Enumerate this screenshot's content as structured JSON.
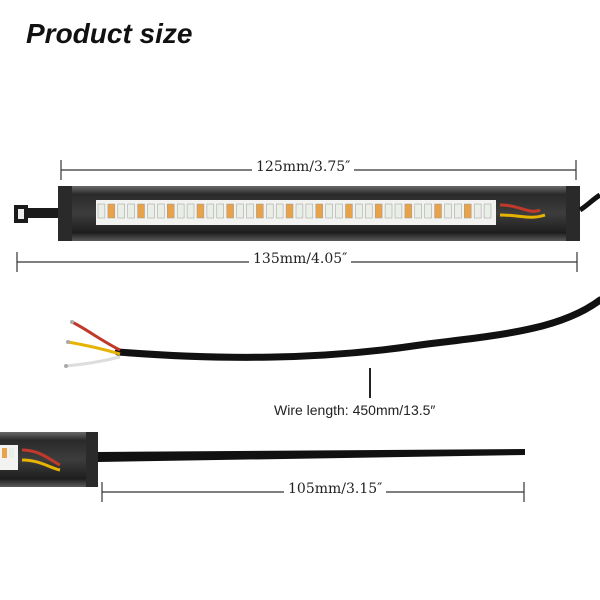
{
  "title": "Product size",
  "dimensions": {
    "bar_length": "125mm/3.75″",
    "overall_length": "135mm/4.05″",
    "wire_length": "Wire length: 450mm/13.5″",
    "tie_length": "105mm/3.15″"
  },
  "colors": {
    "housing": "#3a3a3a",
    "led_amber": "#e8a24a",
    "led_white": "#e9efe6",
    "wire_red": "#c0392b",
    "wire_yellow": "#e6b400",
    "wire_white": "#dddddd",
    "cable": "#111111"
  }
}
